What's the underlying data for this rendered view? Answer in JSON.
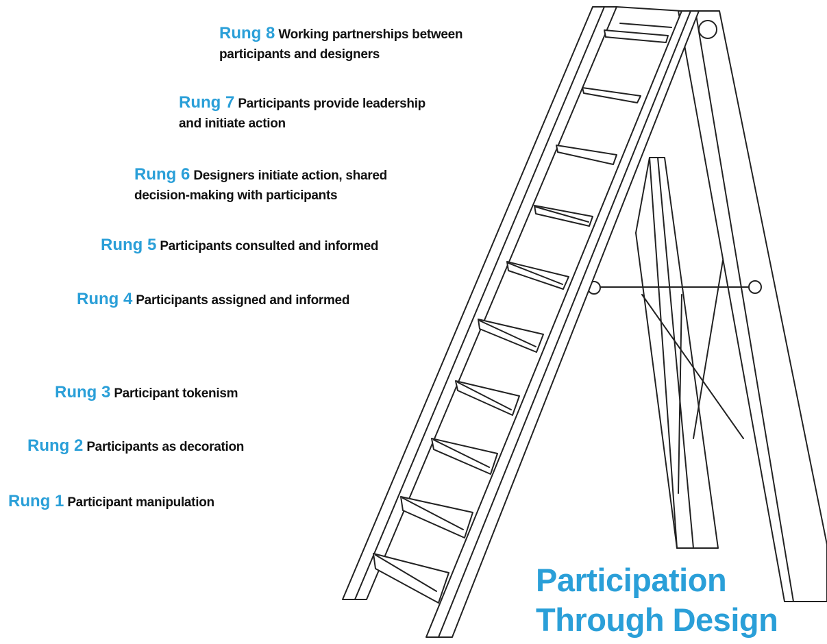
{
  "colors": {
    "accent": "#2a9fd8",
    "text": "#111111",
    "line": "#222222"
  },
  "rungs": [
    {
      "num": "Rung 8",
      "desc": "Working partnerships between",
      "desc2": "participants and designers"
    },
    {
      "num": "Rung 7",
      "desc": "Participants provide leadership",
      "desc2": "and initiate action"
    },
    {
      "num": "Rung 6",
      "desc": "Designers initiate action, shared",
      "desc2": "decision-making with participants"
    },
    {
      "num": "Rung 5",
      "desc": "Participants consulted and informed"
    },
    {
      "num": "Rung 4",
      "desc": "Participants assigned and informed"
    },
    {
      "num": "Rung 3",
      "desc": "Participant tokenism"
    },
    {
      "num": "Rung 2",
      "desc": "Participants as decoration"
    },
    {
      "num": "Rung 1",
      "desc": "Participant manipulation"
    }
  ],
  "title": {
    "line1": "Participation",
    "line2": "Through Design"
  }
}
